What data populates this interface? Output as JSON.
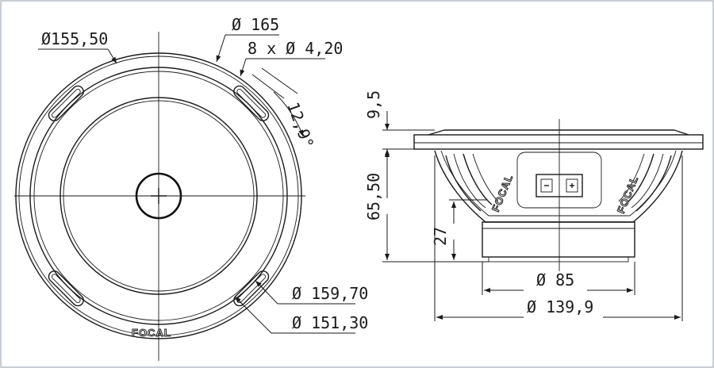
{
  "brand": "FOCAL",
  "dimensions": {
    "outer_frame_diameter": "Ø155,50",
    "cutout_diameter": "Ø 165",
    "mount_holes": "8 x  Ø  4,20",
    "hole_angle": "12,9°",
    "mid_diameter": "Ø 159,70",
    "inner_diameter": "Ø 151,30",
    "flange_thickness": "9,5",
    "mounting_depth": "65,50",
    "magnet_height": "27",
    "magnet_diameter": "Ø 85",
    "basket_diameter": "Ø 139,9"
  }
}
